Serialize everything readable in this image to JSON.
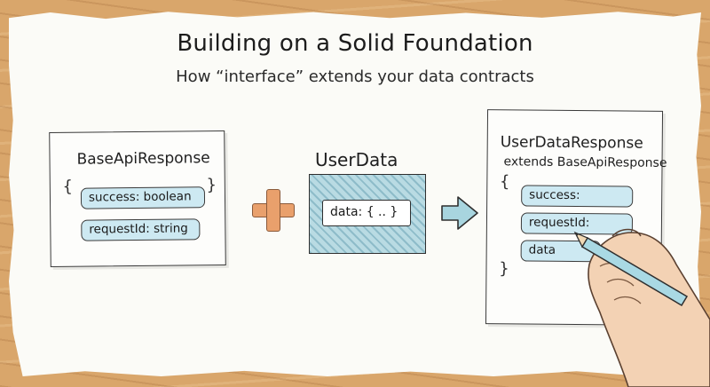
{
  "header": {
    "title": "Building on a Solid Foundation",
    "subtitle": "How “interface” extends your data contracts"
  },
  "base_card": {
    "title": "BaseApiResponse",
    "open_brace": "{",
    "close_brace": "}",
    "fields": [
      "success: boolean",
      "requestId: string"
    ]
  },
  "operator": {
    "symbol": "plus-icon"
  },
  "user_data": {
    "title": "UserData",
    "field": "data: { .. }"
  },
  "result_card": {
    "title": "UserDataResponse",
    "subtitle": "extends BaseApiResponse",
    "open_brace": "{",
    "close_brace": "}",
    "fields": [
      "success:",
      "requestId:",
      "data"
    ]
  },
  "colors": {
    "field_fill": "#cde9f2",
    "plus_fill": "#e9a06c",
    "arrow_fill": "#a8d5df",
    "wood": "#d9a66b"
  }
}
